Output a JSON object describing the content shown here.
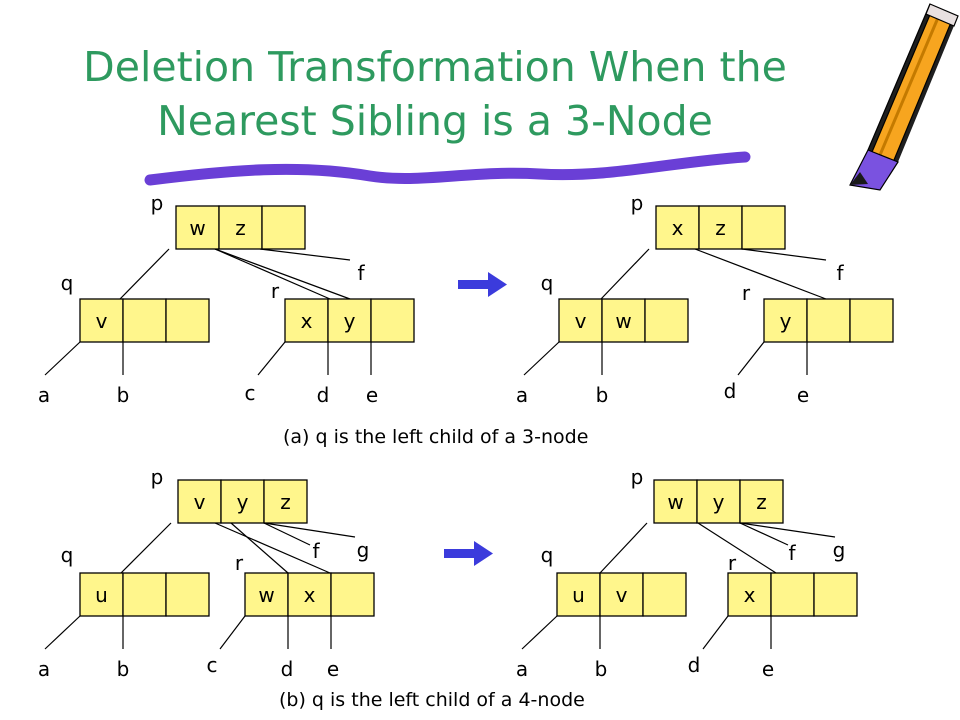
{
  "title": {
    "line1": "Deletion Transformation When the",
    "line2": "Nearest Sibling is a 3-Node"
  },
  "captions": {
    "a": "(a) q is the left child of a 3-node",
    "b": "(b) q is the left child of a 4-node"
  },
  "colors": {
    "title": "#2e9a5f",
    "node_fill": "#fff68c",
    "arrow": "#3b3bdc",
    "underline": "#6a3fd6"
  },
  "decorations": {
    "pencil": "pencil-icon"
  },
  "trees": [
    {
      "id": "a-before",
      "nodes": [
        {
          "id": "p",
          "keys": [
            "w",
            "z",
            ""
          ]
        },
        {
          "id": "q",
          "keys": [
            "v",
            "",
            ""
          ]
        },
        {
          "id": "r",
          "keys": [
            "x",
            "y",
            ""
          ]
        }
      ],
      "labels": [
        "p",
        "q",
        "r",
        "f",
        "a",
        "b",
        "c",
        "d",
        "e"
      ]
    },
    {
      "id": "a-after",
      "nodes": [
        {
          "id": "p",
          "keys": [
            "x",
            "z",
            ""
          ]
        },
        {
          "id": "q",
          "keys": [
            "v",
            "w",
            ""
          ]
        },
        {
          "id": "r",
          "keys": [
            "y",
            "",
            ""
          ]
        }
      ],
      "labels": [
        "p",
        "q",
        "r",
        "f",
        "a",
        "b",
        "d",
        "e"
      ]
    },
    {
      "id": "b-before",
      "nodes": [
        {
          "id": "p",
          "keys": [
            "v",
            "y",
            "z"
          ]
        },
        {
          "id": "q",
          "keys": [
            "u",
            "",
            ""
          ]
        },
        {
          "id": "r",
          "keys": [
            "w",
            "x",
            ""
          ]
        }
      ],
      "labels": [
        "p",
        "q",
        "r",
        "f",
        "g",
        "a",
        "b",
        "c",
        "d",
        "e"
      ]
    },
    {
      "id": "b-after",
      "nodes": [
        {
          "id": "p",
          "keys": [
            "w",
            "y",
            "z"
          ]
        },
        {
          "id": "q",
          "keys": [
            "u",
            "v",
            ""
          ]
        },
        {
          "id": "r",
          "keys": [
            "x",
            "",
            ""
          ]
        }
      ],
      "labels": [
        "p",
        "q",
        "r",
        "f",
        "g",
        "a",
        "b",
        "d",
        "e"
      ]
    }
  ]
}
